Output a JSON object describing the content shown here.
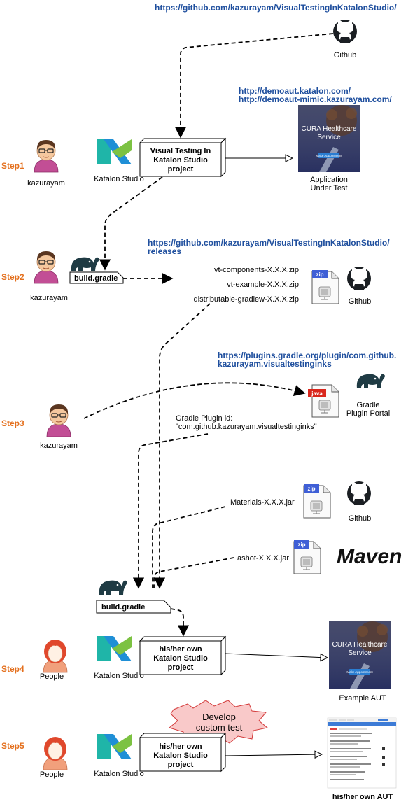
{
  "urls": {
    "github_repo": "https://github.com/kazurayam/VisualTestingInKatalonStudio/",
    "demoaut_1": "http://demoaut.katalon.com/",
    "demoaut_2": "http://demoaut-mimic.kazurayam.com/",
    "releases_1": "https://github.com/kazurayam/VisualTestingInKatalonStudio/",
    "releases_2": "releases",
    "plugin_portal_1": "https://plugins.gradle.org/plugin/com.github.",
    "plugin_portal_2": "kazurayam.visualtestinginks"
  },
  "steps": [
    "Step1",
    "Step2",
    "Step3",
    "Step4",
    "Step5"
  ],
  "people": {
    "kazurayam": "kazurayam",
    "people": "People"
  },
  "labels": {
    "github": "Github",
    "katalon_studio": "Katalon Studio",
    "aut_1": "Application",
    "aut_2": "Under Test",
    "build_gradle": "build.gradle",
    "gradle_1": "Gradle",
    "gradle_2": "Plugin Portal",
    "plugin_id_1": "Gradle Plugin id:",
    "plugin_id_2": "\"com.github.kazurayam.visualtestinginks\"",
    "example_aut": "Example AUT",
    "own_aut": "his/her own AUT",
    "maven": "Maven",
    "java": "java",
    "zip": "zip",
    "develop_1": "Develop",
    "develop_2": "custom test"
  },
  "project_box": {
    "line1": "Visual Testing In",
    "line2": "Katalon Studio",
    "line3": "project"
  },
  "own_project_box": {
    "line1": "his/her own",
    "line2": "Katalon Studio",
    "line3": "project"
  },
  "artifacts": {
    "vt_components": "vt-components-X.X.X.zip",
    "vt_example": "vt-example-X.X.X.zip",
    "distributable": "distributable-gradlew-X.X.X.zip",
    "materials": "Materials-X.X.X.jar",
    "ashot": "ashot-X.X.X.jar"
  },
  "cura": {
    "title_1": "CURA Healthcare",
    "title_2": "Service",
    "button": "Make Appointment"
  },
  "colors": {
    "url": "#1f4f9e",
    "step": "#e4701e",
    "katalon_teal": "#1fb5a8",
    "katalon_green": "#7cc242",
    "zip_blue": "#3f5fd6",
    "java_red": "#d9261c",
    "gradle_dark": "#1f3b44",
    "burst": "#f9c9c9"
  }
}
